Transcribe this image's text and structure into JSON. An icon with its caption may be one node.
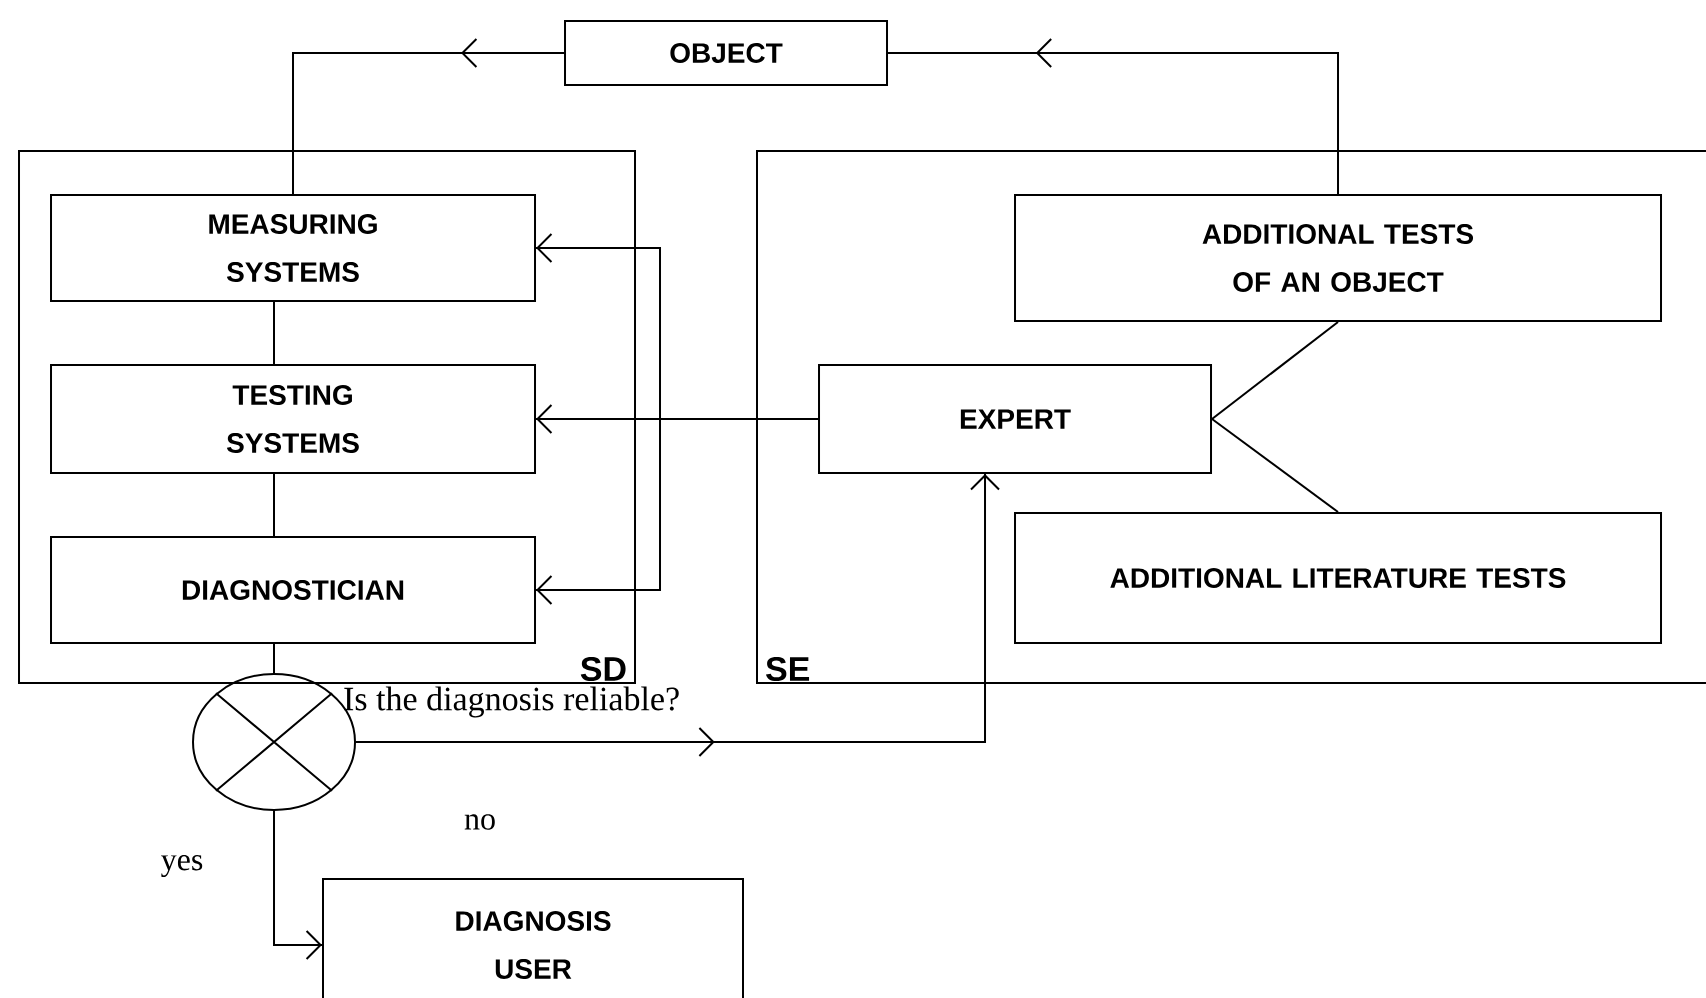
{
  "diagram": {
    "nodes": [
      {
        "text": [
          "OBJECT"
        ]
      },
      {
        "text": [
          "SD"
        ]
      },
      {
        "text": [
          "SE"
        ]
      },
      {
        "text": [
          "MEASURING SYSTEMS"
        ],
        "in": 1
      },
      {
        "text": [
          "TESTING SYSTEMS"
        ],
        "in": 1
      },
      {
        "text": [
          "DIAGNOSTICIAN"
        ],
        "in": 1
      },
      {
        "text": [
          "ADDITIONAL TESTS OF AN OBJECT"
        ],
        "in": 2
      },
      {
        "text": [
          "EXPERT"
        ],
        "in": 2
      },
      {
        "text": [
          "ADDITIONAL LITERATURE TESTS"
        ],
        "in": 2
      },
      {
        "text": [],
        "shape": "circle",
        "beside": [
          "Is the diagnosis reliable?"
        ]
      },
      {
        "text": [
          "DIAGNOSIS USER"
        ]
      }
    ],
    "edges": [
      {
        "from": 0,
        "to": 3,
        "arrow": "to"
      },
      {
        "from": 6,
        "to": 0,
        "arrow": "to"
      },
      {
        "from": 3,
        "to": 4,
        "arrow": "none"
      },
      {
        "from": 4,
        "to": 5,
        "arrow": "none"
      },
      {
        "from": 5,
        "to": 9,
        "arrow": "none"
      },
      {
        "from": 7,
        "to": 4,
        "arrow": "to"
      },
      {
        "from": 7,
        "to": 3,
        "arrow": "to"
      },
      {
        "from": 7,
        "to": 5,
        "arrow": "to"
      },
      {
        "from": 7,
        "to": 6,
        "arrow": "none"
      },
      {
        "from": 7,
        "to": 8,
        "arrow": "none"
      },
      {
        "from": 9,
        "to": 7,
        "arrow": "to",
        "label": "no"
      },
      {
        "from": 9,
        "to": 10,
        "arrow": "to",
        "label": "yes"
      }
    ]
  }
}
